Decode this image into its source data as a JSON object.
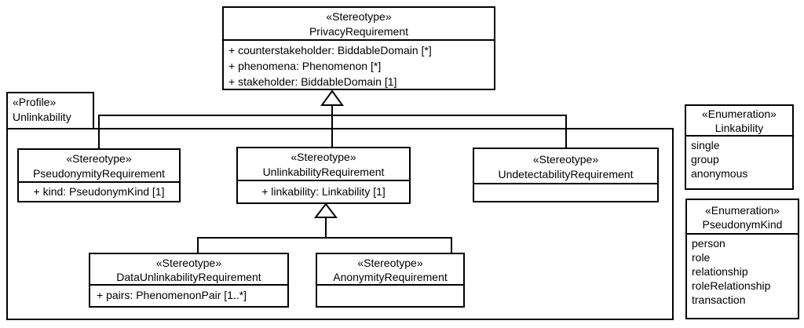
{
  "diagram": {
    "profile_tab": {
      "keyword": "«Profile»",
      "name": "Unlinkability"
    },
    "classes": {
      "privacy_requirement": {
        "keyword": "«Stereotype»",
        "name": "PrivacyRequirement",
        "attributes": [
          "+ counterstakeholder: BiddableDomain [*]",
          "+ phenomena: Phenomenon [*]",
          "+ stakeholder: BiddableDomain [1]"
        ]
      },
      "pseudonymity_requirement": {
        "keyword": "«Stereotype»",
        "name": "PseudonymityRequirement",
        "attributes": [
          "+ kind: PseudonymKind [1]"
        ]
      },
      "unlinkability_requirement": {
        "keyword": "«Stereotype»",
        "name": "UnlinkabilityRequirement",
        "attributes": [
          "+ linkability: Linkability [1]"
        ]
      },
      "undetectability_requirement": {
        "keyword": "«Stereotype»",
        "name": "UndetectabilityRequirement",
        "attributes": []
      },
      "data_unlinkability_requirement": {
        "keyword": "«Stereotype»",
        "name": "DataUnlinkabilityRequirement",
        "attributes": [
          "+ pairs: PhenomenonPair [1..*]"
        ]
      },
      "anonymity_requirement": {
        "keyword": "«Stereotype»",
        "name": "AnonymityRequirement",
        "attributes": []
      }
    },
    "enumerations": {
      "linkability": {
        "keyword": "«Enumeration»",
        "name": "Linkability",
        "values": [
          "single",
          "group",
          "anonymous"
        ]
      },
      "pseudonym_kind": {
        "keyword": "«Enumeration»",
        "name": "PseudonymKind",
        "values": [
          "person",
          "role",
          "relationship",
          "roleRelationship",
          "transaction"
        ]
      }
    },
    "colors": {
      "line": "#000000",
      "background": "#ffffff"
    }
  }
}
